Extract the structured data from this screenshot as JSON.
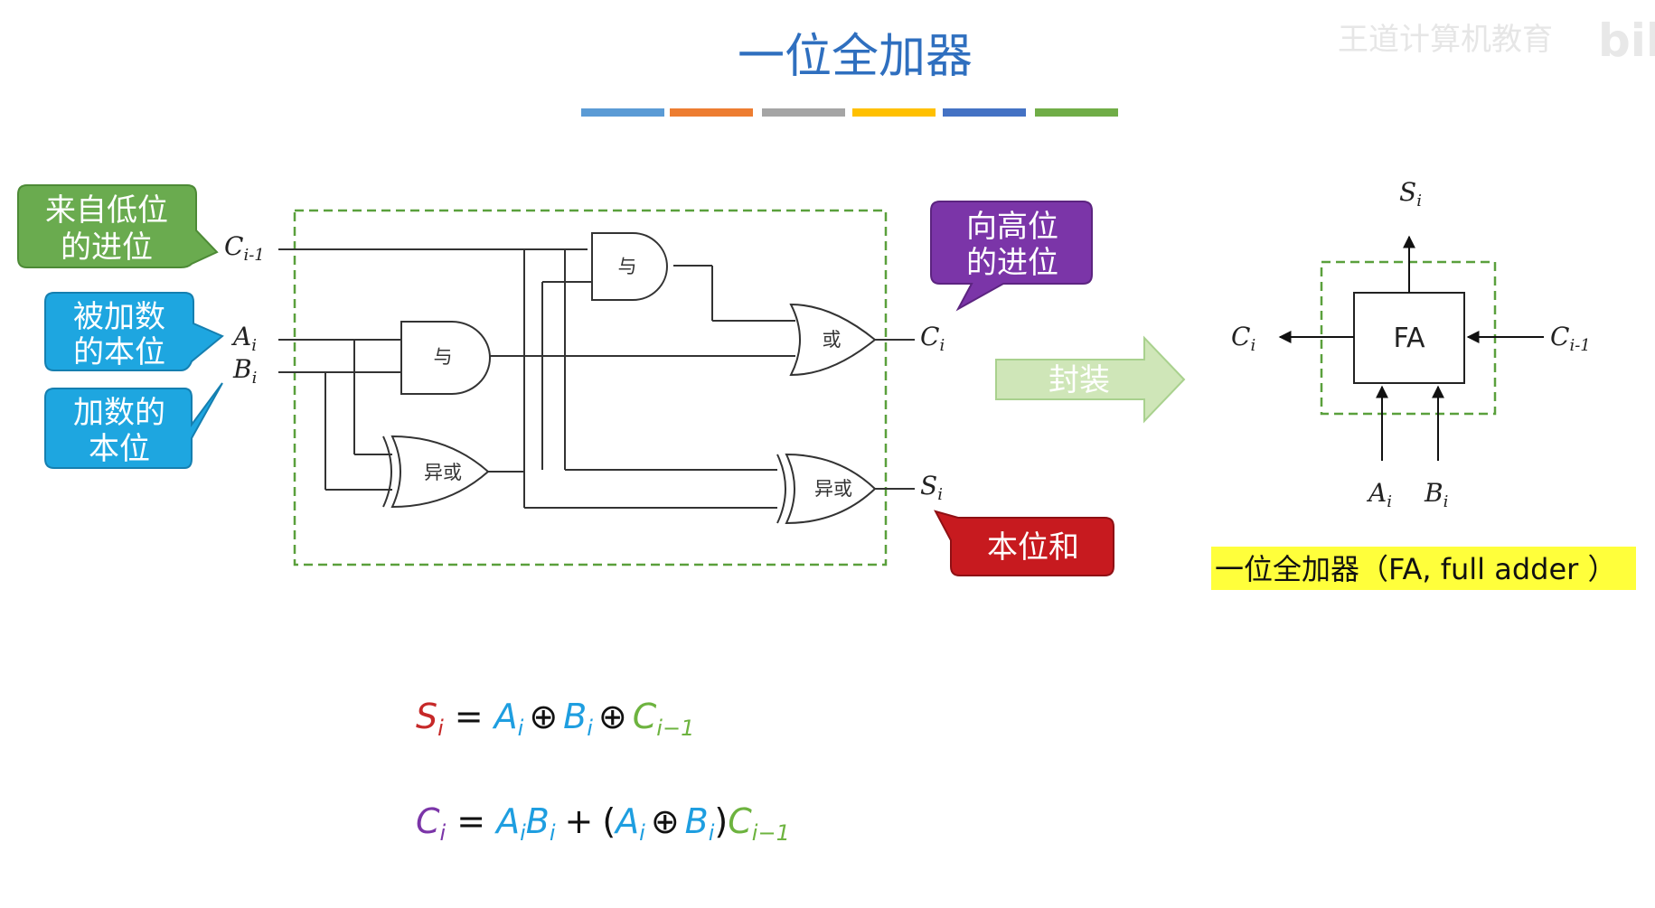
{
  "title": "一位全加器",
  "colors": {
    "title": "#2f6fbf",
    "green_callout": "#6aab4f",
    "blue_callout": "#1ea6e0",
    "purple_callout": "#7b35a8",
    "red_callout": "#c71a1f",
    "arrow_fill": "#cfe6b8",
    "dashed_box": "#5aa03c",
    "formula_red": "#c62828",
    "formula_blue": "#1e9ee0",
    "formula_green": "#6db33f",
    "formula_purple": "#7b35a8",
    "highlight": "#ffff3b"
  },
  "title_bar_colors": [
    "#5b9bd5",
    "#ed7d31",
    "#a5a5a5",
    "#ffc000",
    "#4472c4",
    "#70ad47"
  ],
  "watermark": "王道计算机教育",
  "callouts": {
    "carry_in": [
      "来自低位",
      "的进位"
    ],
    "addend": [
      "被加数",
      "的本位"
    ],
    "augend": [
      "加数的",
      "本位"
    ],
    "carry_out": [
      "向高位",
      "的进位"
    ],
    "sum": "本位和"
  },
  "signals": {
    "c_prev": {
      "base": "C",
      "sub": "i-1"
    },
    "a": {
      "base": "A",
      "sub": "i"
    },
    "b": {
      "base": "B",
      "sub": "i"
    },
    "c_out": {
      "base": "C",
      "sub": "i"
    },
    "s_out": {
      "base": "S",
      "sub": "i"
    }
  },
  "gates": {
    "and_top": "与",
    "and_mid": "与",
    "or": "或",
    "xor_mid": "异或",
    "xor_out": "异或"
  },
  "arrow_label": "封装",
  "fa_block": {
    "label": "FA",
    "caption": "一位全加器（FA, full adder ）"
  },
  "formulas": {
    "sum": {
      "lhs": {
        "base": "S",
        "sub": "i"
      },
      "eq": "=",
      "t1": {
        "base": "A",
        "sub": "i"
      },
      "op1": "⊕",
      "t2": {
        "base": "B",
        "sub": "i"
      },
      "op2": "⊕",
      "t3": {
        "base": "C",
        "sub": "i−1"
      }
    },
    "carry": {
      "lhs": {
        "base": "C",
        "sub": "i"
      },
      "eq": "=",
      "a": {
        "base": "A",
        "sub": "i"
      },
      "b": {
        "base": "B",
        "sub": "i"
      },
      "plus": "+",
      "lparen": "(",
      "a2": {
        "base": "A",
        "sub": "i"
      },
      "op": "⊕",
      "b2": {
        "base": "B",
        "sub": "i"
      },
      "rparen": ")",
      "c": {
        "base": "C",
        "sub": "i−1"
      }
    }
  }
}
